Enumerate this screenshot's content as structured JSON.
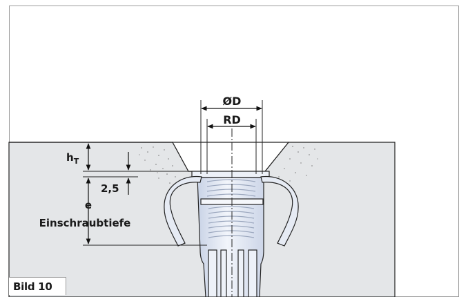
{
  "figure": {
    "caption": "Bild 10",
    "labels": {
      "outer_diameter": "ØD",
      "thread_diameter": "RD",
      "h_main": "h",
      "h_sub": "T",
      "offset": "2,5",
      "e": "e",
      "depth": "Einschraubtiefe"
    }
  },
  "colors": {
    "frame": "#9a9a9a",
    "material": "#e4e6e8",
    "part": "#edf1f8",
    "part_light": "#dfe7f4",
    "outline": "#222222"
  }
}
